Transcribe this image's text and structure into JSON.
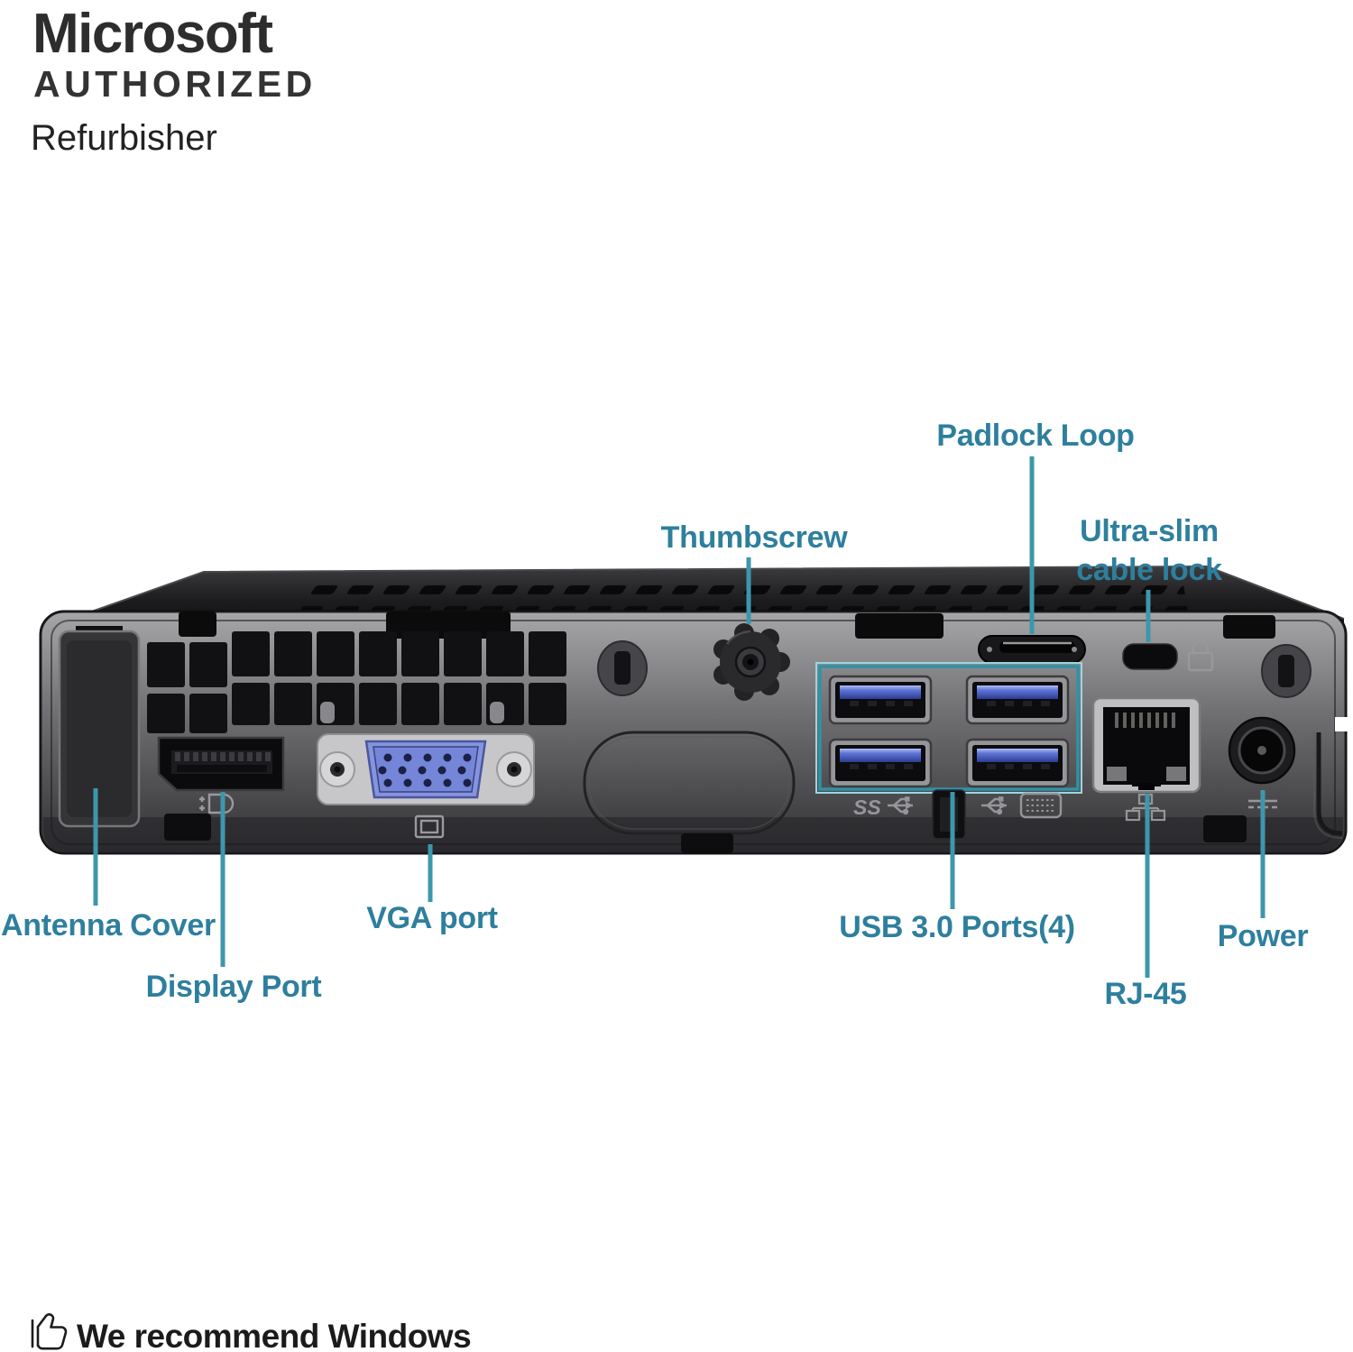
{
  "page": {
    "background": "#ffffff"
  },
  "branding": {
    "line1": "Microsoft",
    "line2": "AUTHORIZED",
    "line3": "Refurbisher"
  },
  "callouts": {
    "padlock_loop": "Padlock Loop",
    "thumbscrew": "Thumbscrew",
    "ultra_slim_line1": "Ultra-slim",
    "ultra_slim_line2": "cable lock",
    "antenna_cover": "Antenna Cover",
    "display_port": "Display Port",
    "vga_port": "VGA port",
    "usb_ports": "USB 3.0 Ports(4)",
    "rj45": "RJ-45",
    "power": "Power"
  },
  "device": {
    "name": "mini desktop PC rear panel",
    "port_marking_usb3": "SS",
    "icons": [
      "displayport-icon",
      "vga-monitor-icon",
      "usb3-ss-icon",
      "usb-keyboard-icon",
      "network-icon",
      "power-dc-icon",
      "padlock-icon",
      "thumbs-up-icon"
    ]
  },
  "footer": {
    "icon": "thumbs-up-icon",
    "text": "We recommend Windows"
  },
  "colors": {
    "callout_text": "#2e7f9e",
    "callout_line": "#3d97ac",
    "usb_highlight_box": "#35a0b6",
    "usb_tongue_blue": "#5f74d6",
    "vga_blue": "#8694de",
    "chassis_dark": "#222224"
  }
}
